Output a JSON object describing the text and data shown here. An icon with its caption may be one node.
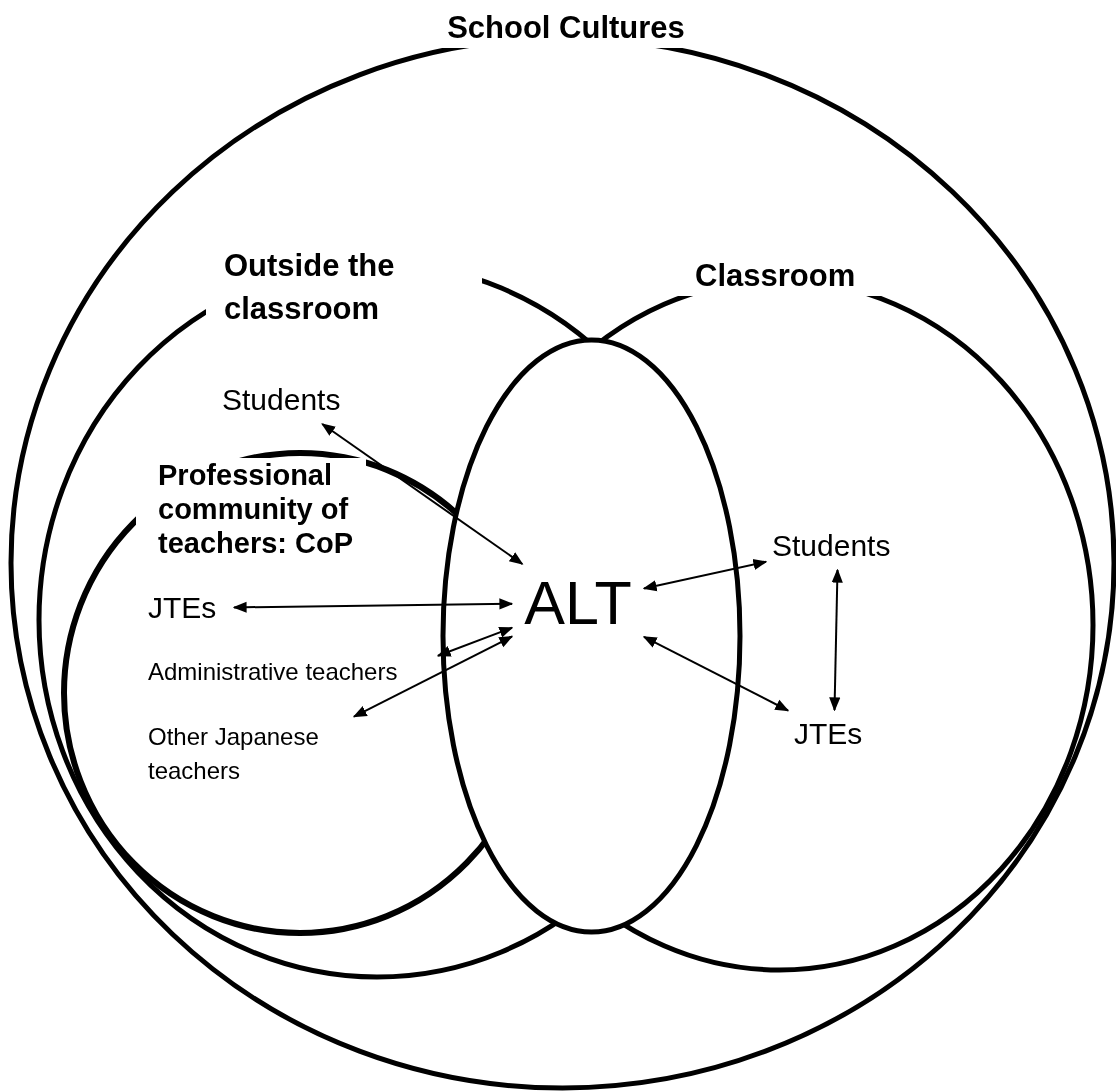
{
  "diagram": {
    "nodes": [
      {
        "text": [
          "School Cultures"
        ]
      },
      {
        "text": [
          "Outside the classroom"
        ],
        "in": 0
      },
      {
        "text": [
          "Classroom"
        ],
        "in": 0
      },
      {
        "text": [
          "ALT"
        ],
        "in": 0
      },
      {
        "text": [
          "Students"
        ],
        "in": 1
      },
      {
        "text": [
          "Professional community of teachers: CoP"
        ],
        "in": 1
      },
      {
        "text": [
          "JTEs"
        ],
        "in": 5
      },
      {
        "text": [
          "Administrative teachers"
        ],
        "in": 5
      },
      {
        "text": [
          "Other Japanese teachers"
        ],
        "in": 5
      },
      {
        "text": [
          "Students"
        ],
        "in": 2
      },
      {
        "text": [
          "JTEs"
        ],
        "in": 2
      }
    ],
    "edges": [
      {
        "from": 4,
        "to": 3,
        "arrow": "both"
      },
      {
        "from": 6,
        "to": 3,
        "arrow": "both"
      },
      {
        "from": 7,
        "to": 3,
        "arrow": "both"
      },
      {
        "from": 8,
        "to": 3,
        "arrow": "both"
      },
      {
        "from": 3,
        "to": 9,
        "arrow": "both"
      },
      {
        "from": 3,
        "to": 10,
        "arrow": "both"
      },
      {
        "from": 9,
        "to": 10,
        "arrow": "both"
      }
    ]
  }
}
